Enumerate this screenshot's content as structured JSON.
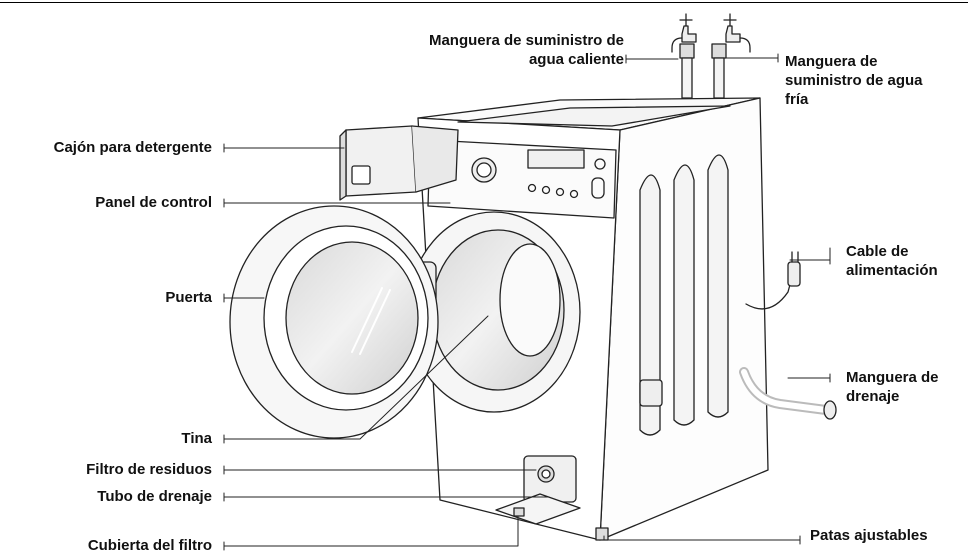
{
  "labels": {
    "hot_hose": "Manguera de suministro de agua caliente",
    "hot_hose_l1": "Manguera de suministro de",
    "hot_hose_l2": "agua caliente",
    "cold_hose_l1": "Manguera de",
    "cold_hose_l2": "suministro de agua",
    "cold_hose_l3": "fría",
    "detergent_drawer": "Cajón para detergente",
    "control_panel": "Panel de control",
    "door": "Puerta",
    "tub": "Tina",
    "debris_filter": "Filtro de residuos",
    "drain_tube": "Tubo de drenaje",
    "filter_cover": "Cubierta del filtro",
    "power_cord_l1": "Cable de",
    "power_cord_l2": "alimentación",
    "drain_hose_l1": "Manguera de",
    "drain_hose_l2": "drenaje",
    "adjustable_feet": "Patas ajustables"
  },
  "colors": {
    "line": "#222222",
    "fill": "#ffffff",
    "shade": "#e6e6e6",
    "shade_dark": "#cfcfcf"
  }
}
